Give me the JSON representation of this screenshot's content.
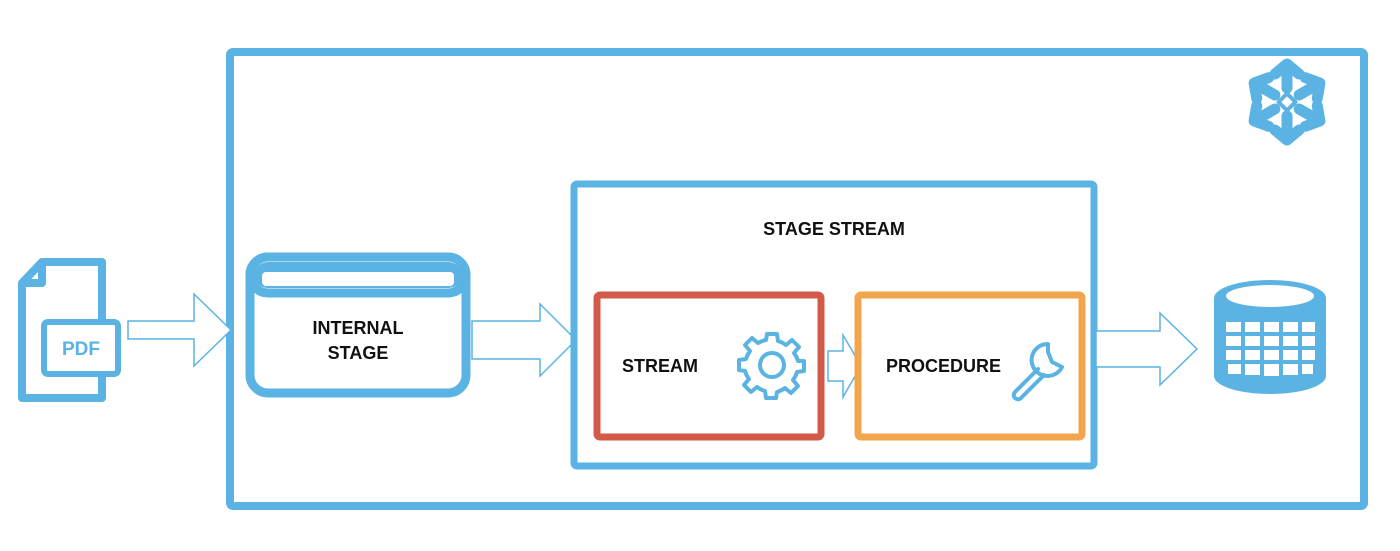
{
  "colors": {
    "blue": "#5ab3e3",
    "red": "#d35a4a",
    "orange": "#f2a54a",
    "text": "#111111",
    "background": "#ffffff"
  },
  "icons": {
    "brand": "snowflake-icon",
    "file": "pdf-document-icon",
    "stream": "gear-icon",
    "procedure": "wrench-icon",
    "target": "database-icon"
  },
  "file": {
    "label": "PDF"
  },
  "internal_stage": {
    "line1": "INTERNAL",
    "line2": "STAGE"
  },
  "stage_stream": {
    "title": "STAGE STREAM"
  },
  "stream": {
    "label": "STREAM"
  },
  "procedure": {
    "label": "PROCEDURE"
  }
}
